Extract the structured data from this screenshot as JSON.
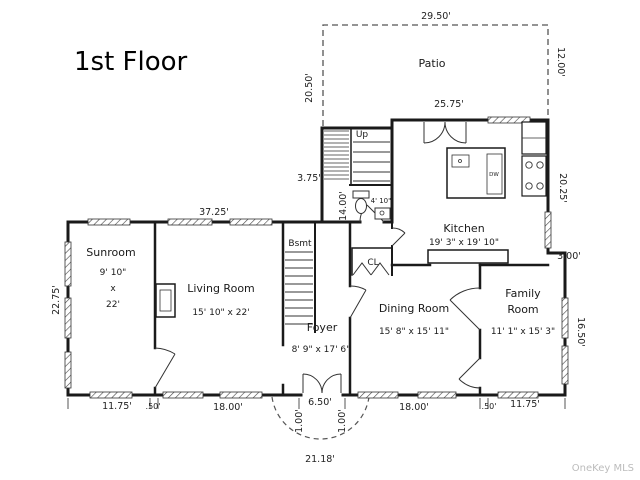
{
  "title": "1st Floor",
  "watermark": "OneKey MLS",
  "rooms": {
    "patio": "Patio",
    "sunroom": "Sunroom",
    "sunroom_w": "9' 10\"",
    "sunroom_x": "x",
    "sunroom_l": "22'",
    "living": "Living Room",
    "living_dims": "15' 10\" x 22'",
    "foyer": "Foyer",
    "foyer_dims": "8' 9\" x 17' 6\"",
    "dining": "Dining Room",
    "dining_dims": "15' 8\" x 15' 11\"",
    "family_1": "Family",
    "family_2": "Room",
    "family_dims": "11' 1\" x 15' 3\"",
    "kitchen": "Kitchen",
    "kitchen_dims": "19' 3\" x 19' 10\"",
    "bath_dims": "4' 10\"",
    "bsmt": "Bsmt",
    "closet": "CL",
    "up": "Up",
    "dw": "DW"
  },
  "dims": {
    "patio_top": "29.50'",
    "patio_right": "12.00'",
    "patio_left": "20.50'",
    "kitchen_top": "25.75'",
    "steps": "3.75'",
    "stair": "14.00'",
    "main_top": "37.25'",
    "left_side": "22.75'",
    "kitchen_right": "20.25'",
    "jog": "3.00'",
    "family_right": "16.50'",
    "b1": "11.75'",
    "b2": ".50'",
    "b3": "18.00'",
    "b4": "6.50'",
    "b5": "18.00'",
    "b6": ".50'",
    "b7": "11.75'",
    "porch_l": "1.00'",
    "porch_r": "1.00'",
    "porch": "21.18'"
  }
}
